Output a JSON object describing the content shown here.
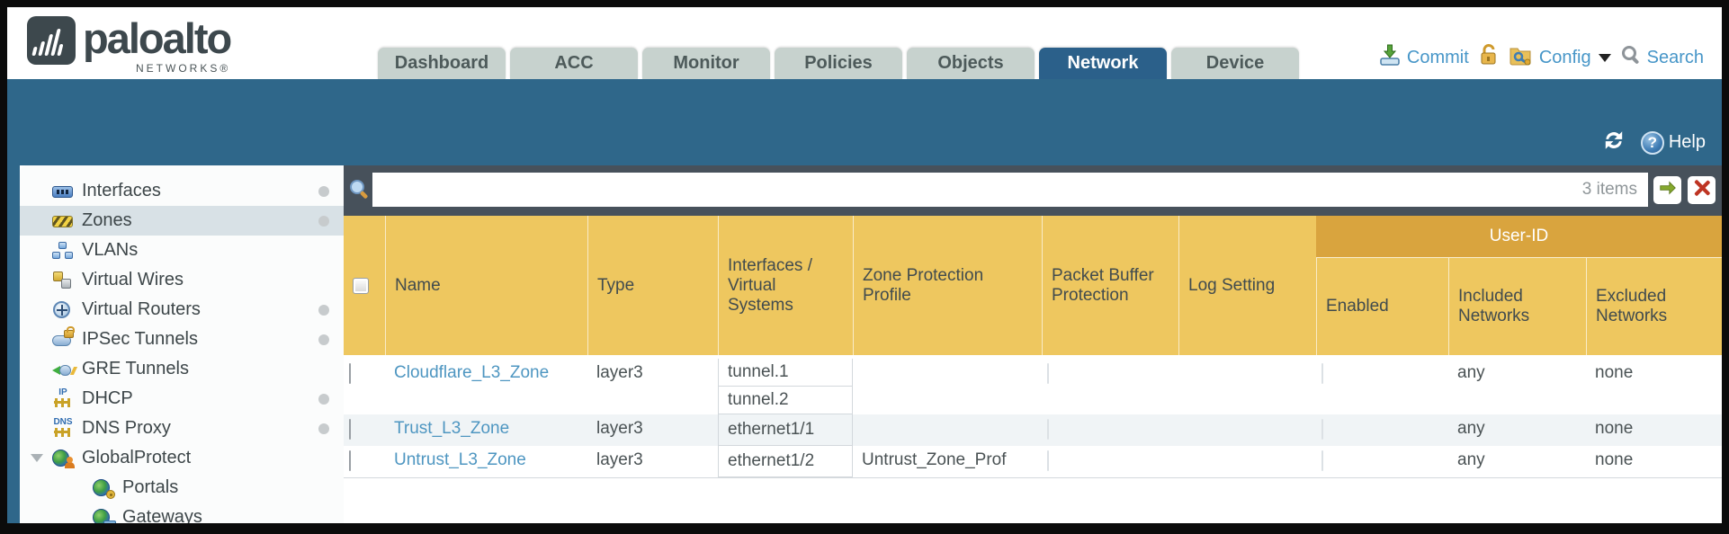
{
  "brand": {
    "name": "paloalto",
    "sub": "NETWORKS®"
  },
  "tabs": [
    {
      "label": "Dashboard",
      "active": false
    },
    {
      "label": "ACC",
      "active": false
    },
    {
      "label": "Monitor",
      "active": false
    },
    {
      "label": "Policies",
      "active": false
    },
    {
      "label": "Objects",
      "active": false
    },
    {
      "label": "Network",
      "active": true
    },
    {
      "label": "Device",
      "active": false
    }
  ],
  "toolbar": {
    "commit_label": "Commit",
    "config_label": "Config",
    "search_label": "Search"
  },
  "teal_bar": {
    "help_label": "Help"
  },
  "sidebar": {
    "items": [
      {
        "label": "Interfaces",
        "icon": "interfaces-icon",
        "dot": true,
        "selected": false
      },
      {
        "label": "Zones",
        "icon": "zones-icon",
        "dot": true,
        "selected": true
      },
      {
        "label": "VLANs",
        "icon": "vlans-icon",
        "dot": false,
        "selected": false
      },
      {
        "label": "Virtual Wires",
        "icon": "virtual-wires-icon",
        "dot": false,
        "selected": false
      },
      {
        "label": "Virtual Routers",
        "icon": "virtual-routers-icon",
        "dot": true,
        "selected": false
      },
      {
        "label": "IPSec Tunnels",
        "icon": "ipsec-tunnels-icon",
        "dot": true,
        "selected": false
      },
      {
        "label": "GRE Tunnels",
        "icon": "gre-tunnels-icon",
        "dot": false,
        "selected": false
      },
      {
        "label": "DHCP",
        "icon": "dhcp-icon",
        "dot": true,
        "selected": false
      },
      {
        "label": "DNS Proxy",
        "icon": "dns-proxy-icon",
        "dot": true,
        "selected": false
      },
      {
        "label": "GlobalProtect",
        "icon": "globalprotect-icon",
        "dot": false,
        "selected": false,
        "expanded": true,
        "children": [
          {
            "label": "Portals",
            "icon": "portals-icon"
          },
          {
            "label": "Gateways",
            "icon": "gateways-icon"
          }
        ]
      }
    ]
  },
  "filter": {
    "value": "",
    "count_label": "3 items"
  },
  "table": {
    "group_header": "User-ID",
    "columns": [
      "Name",
      "Type",
      "Interfaces / Virtual Systems",
      "Zone Protection Profile",
      "Packet Buffer Protection",
      "Log Setting",
      "Enabled",
      "Included Networks",
      "Excluded Networks"
    ],
    "rows": [
      {
        "name": "Cloudflare_L3_Zone",
        "type": "layer3",
        "interfaces": [
          "tunnel.1",
          "tunnel.2"
        ],
        "zone_protection_profile": "",
        "packet_buffer_protection": false,
        "log_setting": "",
        "user_id_enabled": false,
        "included_networks": "any",
        "excluded_networks": "none"
      },
      {
        "name": "Trust_L3_Zone",
        "type": "layer3",
        "interfaces": [
          "ethernet1/1"
        ],
        "zone_protection_profile": "",
        "packet_buffer_protection": false,
        "log_setting": "",
        "user_id_enabled": false,
        "included_networks": "any",
        "excluded_networks": "none"
      },
      {
        "name": "Untrust_L3_Zone",
        "type": "layer3",
        "interfaces": [
          "ethernet1/2"
        ],
        "zone_protection_profile": "Untrust_Zone_Prof",
        "packet_buffer_protection": false,
        "log_setting": "",
        "user_id_enabled": false,
        "included_networks": "any",
        "excluded_networks": "none"
      }
    ]
  },
  "colors": {
    "teal_band": "#2f678a",
    "active_tab": "#2b608a",
    "inactive_tab": "#c7d2ce",
    "header_gold": "#eec75f",
    "group_gold": "#d9a43e",
    "link_blue": "#4e96c1",
    "strip_gray": "#47515b",
    "alt_row": "#f0f4f6"
  }
}
